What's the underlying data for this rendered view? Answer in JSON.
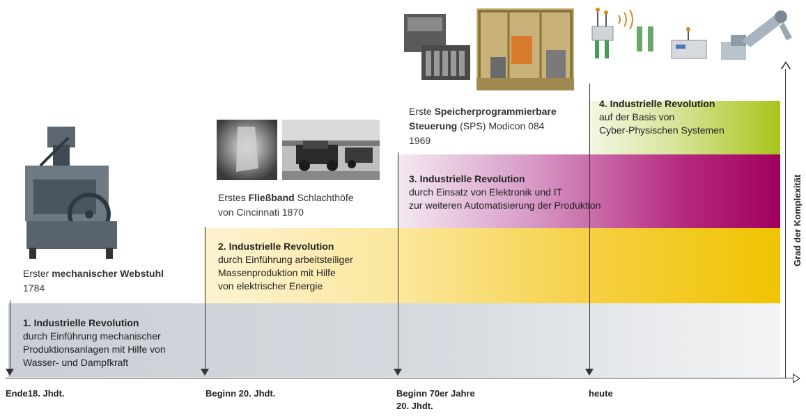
{
  "y_axis_label": "Grad der Komplexität",
  "x_axis": [
    {
      "label": "Ende18. Jhdt."
    },
    {
      "label": "Beginn 20. Jhdt."
    },
    {
      "label": "Beginn 70er Jahre",
      "label2": "20. Jhdt."
    },
    {
      "label": "heute"
    }
  ],
  "stages": [
    {
      "title": "1. Industrielle Revolution",
      "lines": [
        "durch Einführung mechanischer",
        "Produktionsanlagen mit Hilfe von",
        "Wasser- und  Dampfkraft"
      ],
      "color": "#c9cfd5"
    },
    {
      "title": "2. Industrielle Revolution",
      "lines": [
        "durch Einführung arbeitsteiliger",
        "Massenproduktion mit Hilfe",
        "von elektrischer Energie"
      ],
      "color": "#f0c400"
    },
    {
      "title": "3. Industrielle Revolution",
      "lines": [
        "durch Einsatz von Elektronik und IT",
        "zur weiteren Automatisierung der Produktion"
      ],
      "color": "#a0005f"
    },
    {
      "title": "4. Industrielle Revolution",
      "lines": [
        "auf der Basis von",
        "Cyber-Physischen Systemen"
      ],
      "color": "#a9c41c"
    }
  ],
  "captions": [
    {
      "pre": "Erster ",
      "bold": "mechanischer Webstuhl",
      "post": "",
      "line2": "1784"
    },
    {
      "pre": "Erstes ",
      "bold": "Fließband",
      "post": " Schlachthöfe",
      "line2": "von Cincinnati 1870"
    },
    {
      "pre": "Erste ",
      "bold": "Speicherprogrammierbare",
      "post": "",
      "bold2": "Steuerung",
      "post2": " (SPS) Modicon 084",
      "line3": "1969"
    }
  ],
  "icons": [
    "loom-machine-image",
    "slaughterhouse-photo",
    "assembly-line-photo",
    "plc-controller-image",
    "robot-cell-image",
    "wireless-sensors-image",
    "gateway-device-image",
    "industrial-robot-arm-image"
  ]
}
